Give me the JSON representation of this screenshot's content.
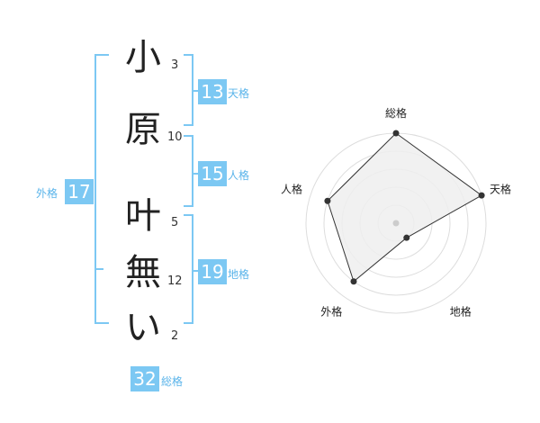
{
  "name": {
    "characters": [
      {
        "char": "小",
        "strokes": "3"
      },
      {
        "char": "原",
        "strokes": "10"
      },
      {
        "char": "叶",
        "strokes": "5"
      },
      {
        "char": "無",
        "strokes": "12"
      },
      {
        "char": "い",
        "strokes": "2"
      }
    ]
  },
  "fortune": {
    "tenkaku": {
      "value": "13",
      "label": "天格"
    },
    "jinkaku": {
      "value": "15",
      "label": "人格"
    },
    "chikaku": {
      "value": "19",
      "label": "地格"
    },
    "gaikaku": {
      "value": "17",
      "label": "外格"
    },
    "soukaku": {
      "value": "32",
      "label": "総格"
    }
  },
  "chart_data": {
    "type": "radar",
    "axes": [
      "総格",
      "天格",
      "地格",
      "外格",
      "人格"
    ],
    "values": [
      5,
      5,
      1,
      4,
      4
    ],
    "max": 5,
    "rings": 5,
    "colors": {
      "fill": "#eeeeee",
      "stroke": "#333333",
      "grid": "#dddddd"
    }
  },
  "colors": {
    "accent": "#7cc8f3",
    "label": "#5ab4ea"
  }
}
